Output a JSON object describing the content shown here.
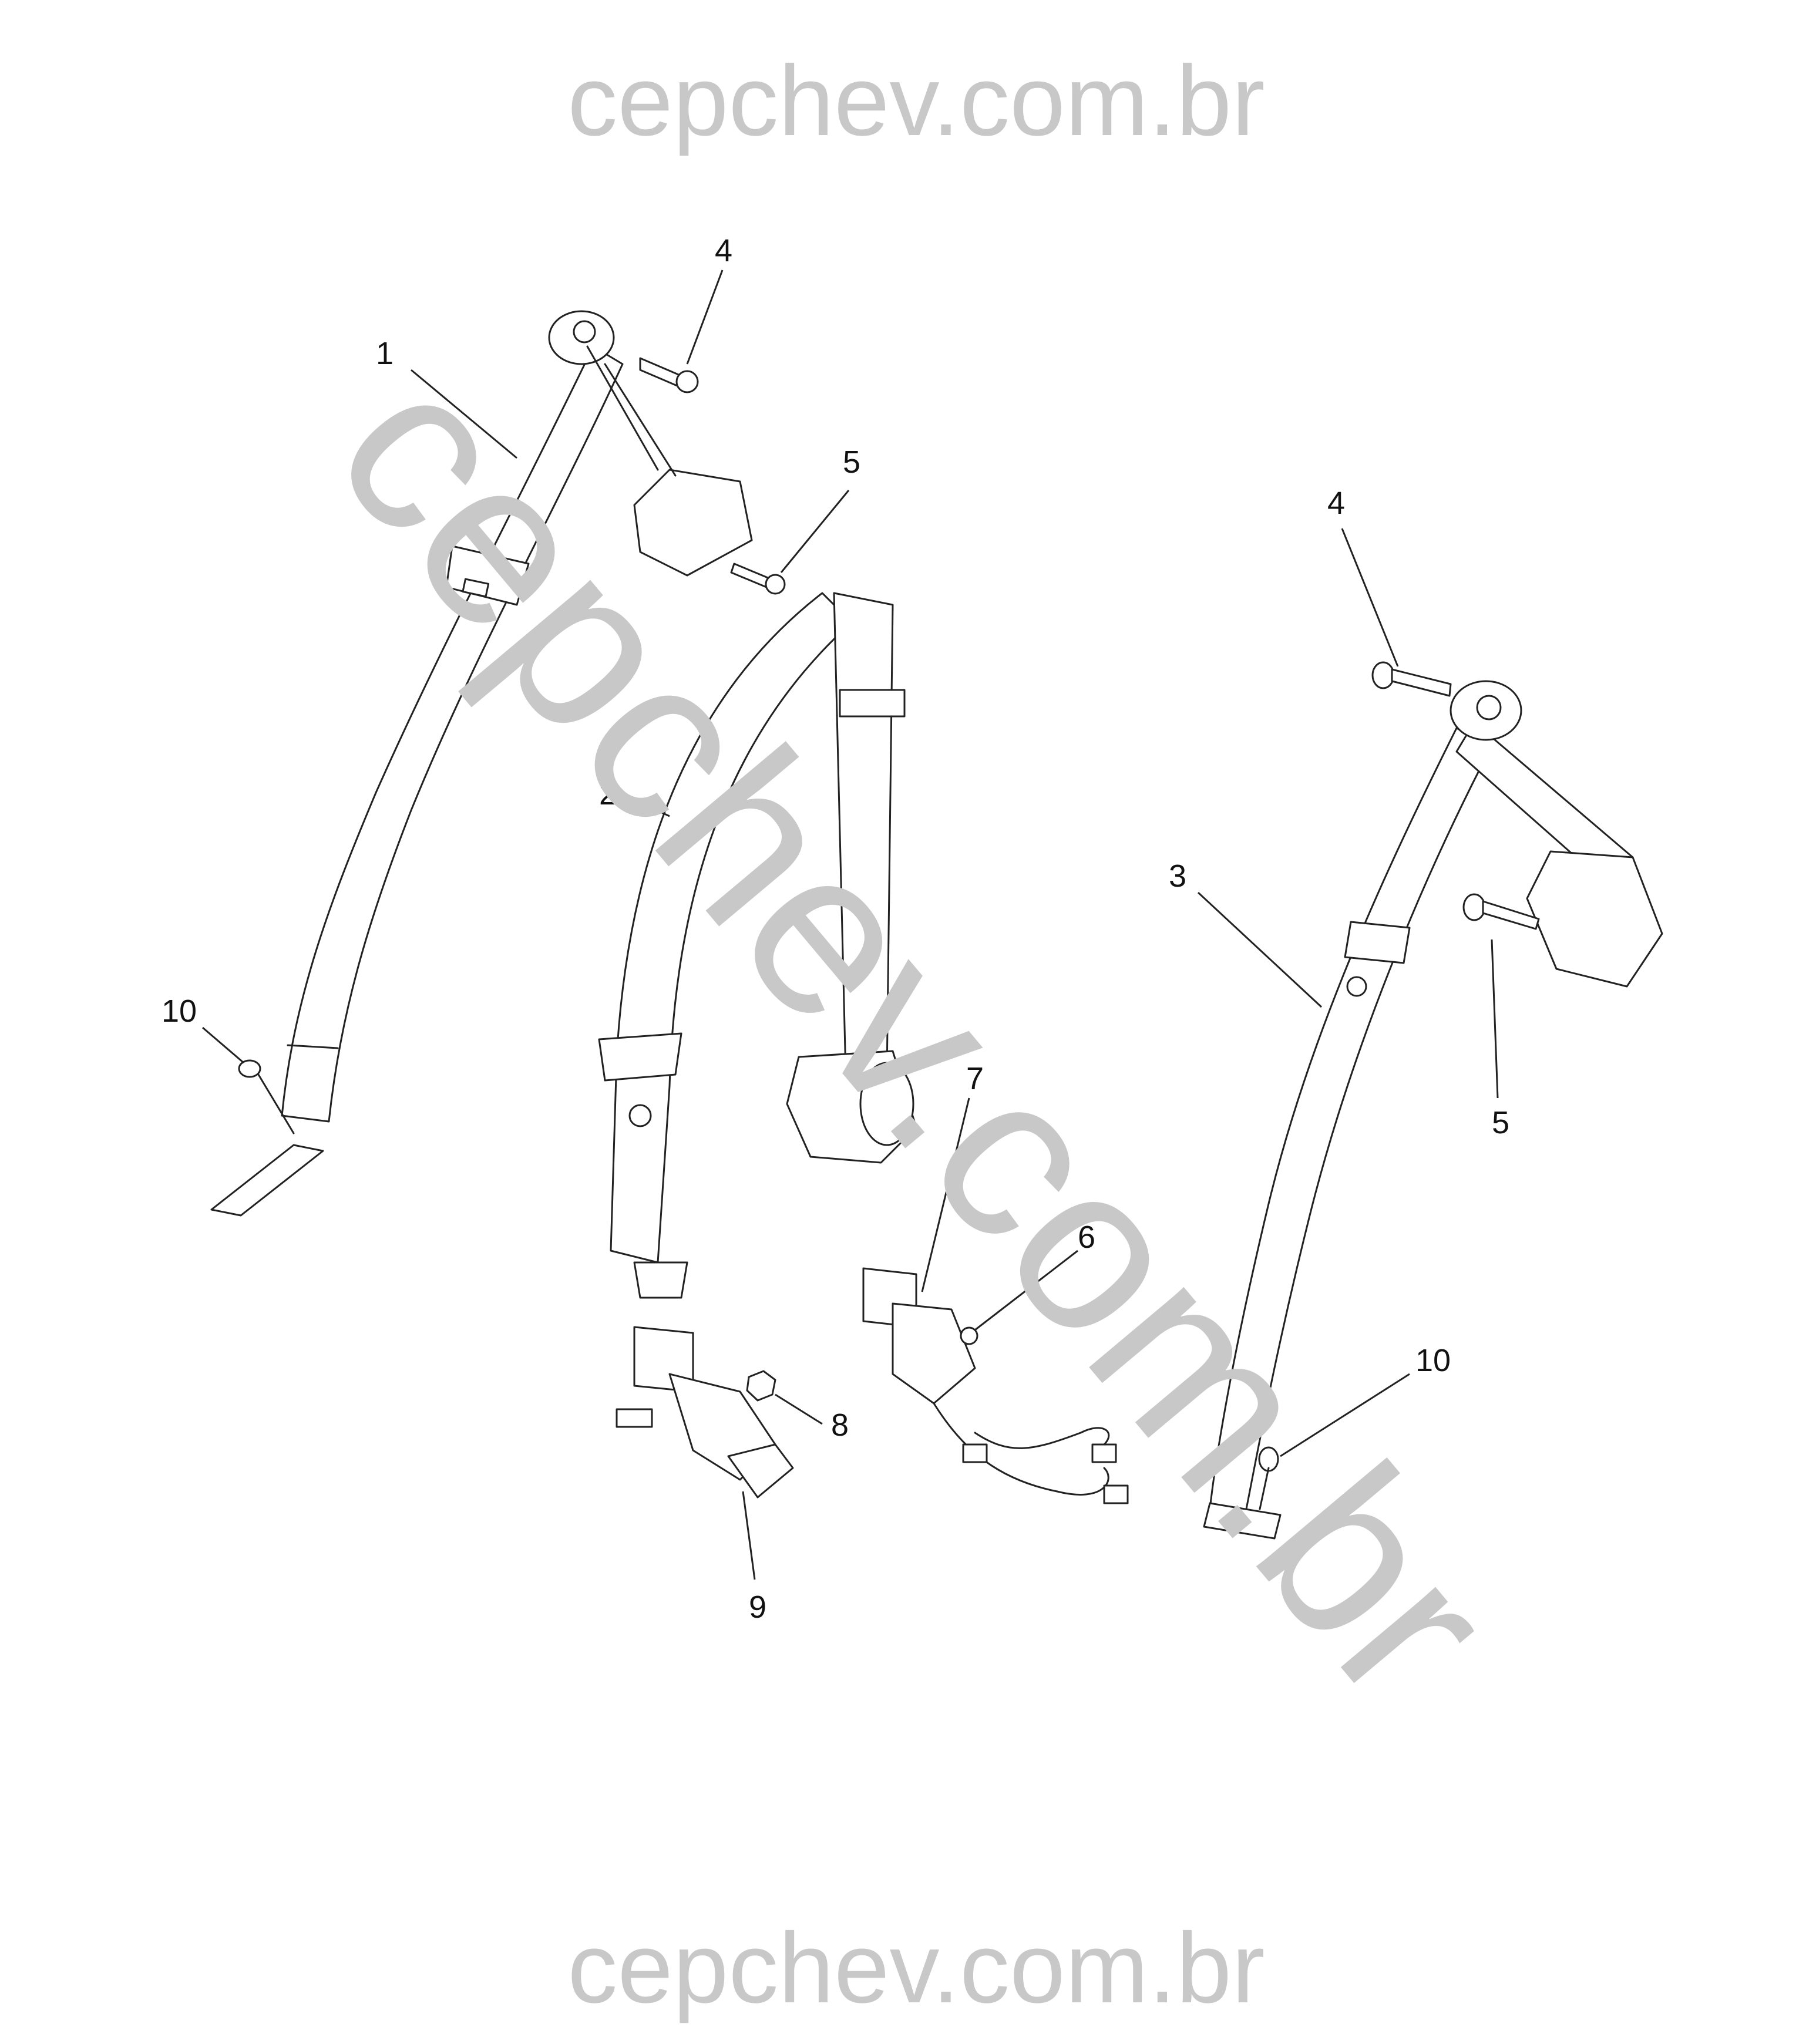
{
  "watermark": {
    "header": "cepchev.com.br",
    "diagonal": "cepchev.com.br",
    "footer": "cepchev.com.br",
    "color": "#c8c8c8"
  },
  "callouts": [
    "1",
    "2",
    "3",
    "4",
    "5",
    "4",
    "5",
    "6",
    "7",
    "8",
    "9",
    "10",
    "10"
  ]
}
